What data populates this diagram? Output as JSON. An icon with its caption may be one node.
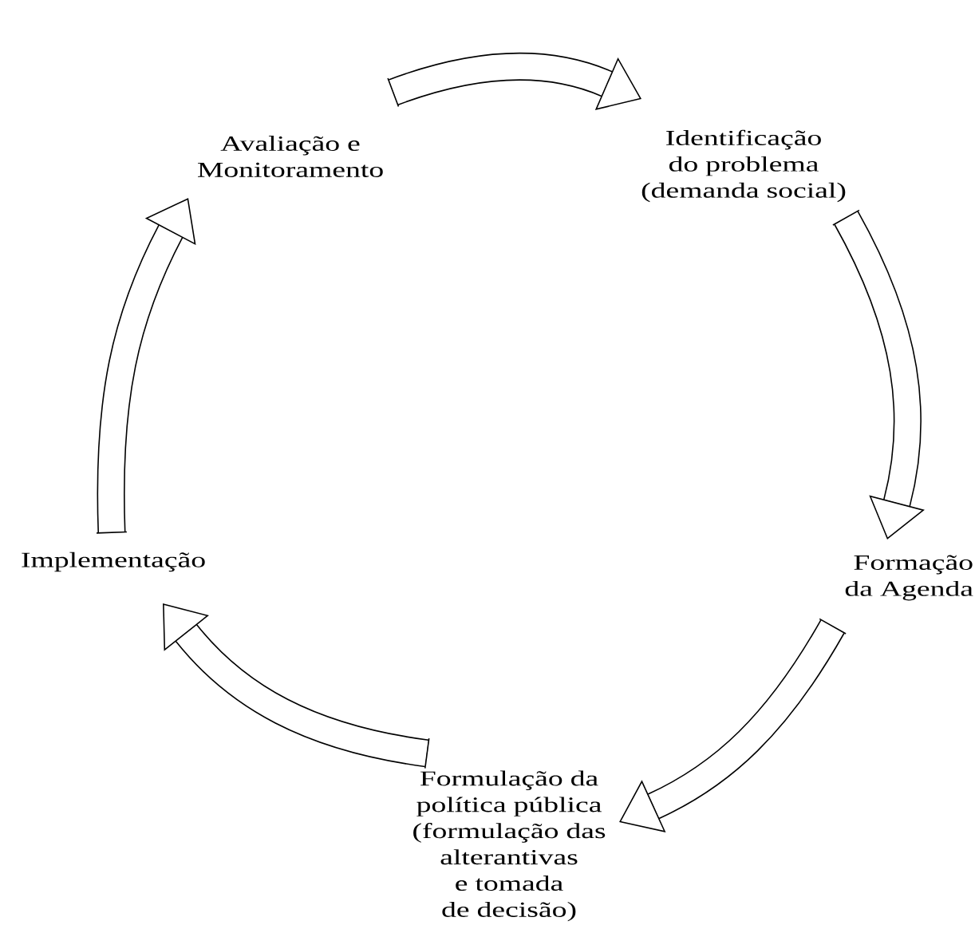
{
  "diagram": {
    "nodes": [
      {
        "text": [
          "Avaliação e Monitoramento"
        ]
      },
      {
        "text": [
          "Identificação do problema (demanda social)"
        ]
      },
      {
        "text": [
          "Implementação"
        ]
      },
      {
        "text": [
          "Formação da Agenda"
        ]
      },
      {
        "text": [
          "Formulação da política pública (formulação das alterantivas e tomada de decisão)"
        ]
      }
    ],
    "edges": [
      {
        "from": 1,
        "to": 3,
        "arrow": "to"
      },
      {
        "from": 3,
        "to": 4,
        "arrow": "to"
      },
      {
        "from": 4,
        "to": 2,
        "arrow": "to"
      },
      {
        "from": 2,
        "to": 0,
        "arrow": "to"
      },
      {
        "from": 0,
        "to": 1,
        "arrow": "to"
      }
    ]
  }
}
